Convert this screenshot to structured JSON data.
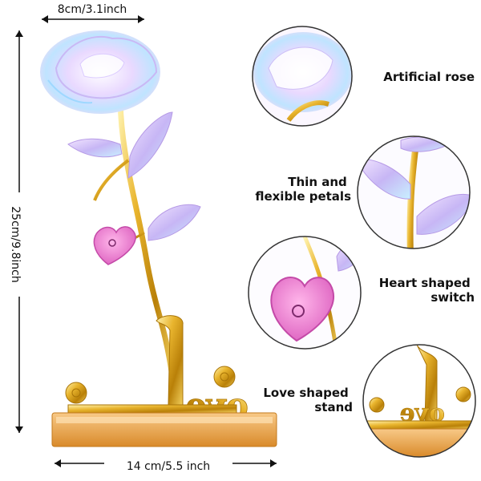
{
  "dimensions": {
    "width_label": "8cm/3.1inch",
    "height_label": "25cm/9.8inch",
    "base_label": "14 cm/5.5 inch"
  },
  "features": [
    {
      "lines": [
        "Artificial rose"
      ]
    },
    {
      "lines": [
        "Thin and",
        "flexible petals"
      ]
    },
    {
      "lines": [
        "Heart shaped",
        "switch"
      ]
    },
    {
      "lines": [
        "Love shaped",
        "stand"
      ]
    }
  ],
  "colors": {
    "gold": "#d9a520",
    "gold_dark": "#a87408",
    "base_amber": "#f0b45a",
    "heart_pink": "#ee7fd0",
    "petal_iridescent": "#e8d8ff"
  }
}
